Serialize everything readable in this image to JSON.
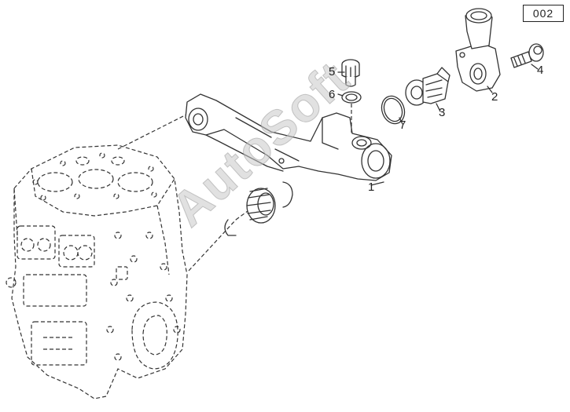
{
  "diagram": {
    "reference_code": "002",
    "watermark": "AutoSoft",
    "callouts": [
      {
        "id": "1",
        "label": "1"
      },
      {
        "id": "2",
        "label": "2"
      },
      {
        "id": "3",
        "label": "3"
      },
      {
        "id": "4",
        "label": "4"
      },
      {
        "id": "5",
        "label": "5"
      },
      {
        "id": "6",
        "label": "6"
      },
      {
        "id": "7",
        "label": "7"
      }
    ],
    "parts": [
      "engine-block",
      "thermostat-housing",
      "water-outlet-elbow",
      "thermostat",
      "bolt",
      "plug-screw",
      "sealing-washer",
      "o-ring",
      "gear"
    ]
  }
}
